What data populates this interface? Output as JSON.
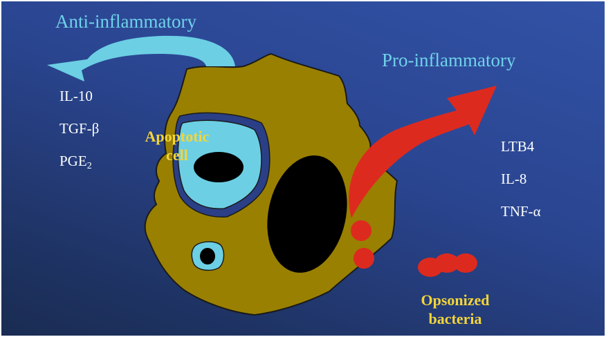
{
  "headings": {
    "anti": "Anti-inflammatory",
    "pro": "Pro-inflammatory"
  },
  "anti_cytokines": {
    "il10": "IL-10",
    "tgf": "TGF-β",
    "pge_base": "PGE",
    "pge_sub": "2"
  },
  "pro_cytokines": {
    "ltb4": "LTB4",
    "il8": "IL-8",
    "tnf": "TNF-α"
  },
  "labels": {
    "apoptotic_line1": "Apoptotic",
    "apoptotic_line2": "cell",
    "opsonized_line1": "Opsonized",
    "opsonized_line2": "bacteria"
  },
  "colors": {
    "macrophage": "#998001",
    "apoptotic_cell": "#6ccfe4",
    "vacuole_rim": "#2a3f86",
    "nucleus": "#000000",
    "anti_arrow": "#6ccfe4",
    "pro_arrow": "#dd2a1f",
    "bacteria": "#dd2a1f",
    "heading_text": "#6fd3ea",
    "label_text": "#f3d53a"
  }
}
